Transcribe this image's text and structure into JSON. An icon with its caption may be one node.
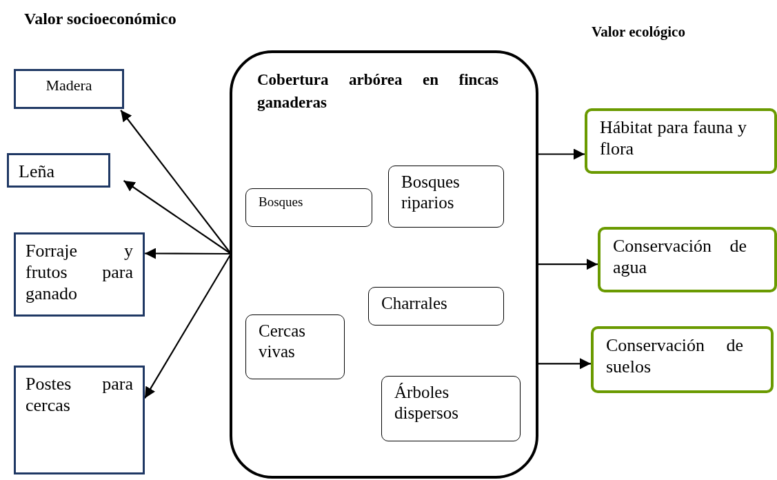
{
  "diagram": {
    "nodes": [
      {
        "text": [
          "Cobertura arbórea en fincas ganaderas"
        ]
      },
      {
        "text": [
          "Bosques"
        ],
        "in": 0
      },
      {
        "text": [
          "Bosques riparios"
        ],
        "in": 0
      },
      {
        "text": [
          "Charrales"
        ],
        "in": 0
      },
      {
        "text": [
          "Cercas vivas"
        ],
        "in": 0
      },
      {
        "text": [
          "Árboles dispersos"
        ],
        "in": 0
      },
      {
        "text": [
          "Madera"
        ]
      },
      {
        "text": [
          "Leña"
        ]
      },
      {
        "text": [
          "Forraje y frutos para ganado"
        ]
      },
      {
        "text": [
          "Postes para cercas"
        ]
      },
      {
        "text": [
          "Hábitat para fauna y flora"
        ]
      },
      {
        "text": [
          "Conservación de agua"
        ]
      },
      {
        "text": [
          "Conservación de suelos"
        ]
      }
    ],
    "edges": [
      {
        "from": 0,
        "to": 6,
        "arrow": "to"
      },
      {
        "from": 0,
        "to": 7,
        "arrow": "to"
      },
      {
        "from": 0,
        "to": 8,
        "arrow": "to"
      },
      {
        "from": 0,
        "to": 9,
        "arrow": "to"
      },
      {
        "from": 0,
        "to": 10,
        "arrow": "to"
      },
      {
        "from": 0,
        "to": 11,
        "arrow": "to"
      },
      {
        "from": 0,
        "to": 12,
        "arrow": "to"
      }
    ],
    "labels": [
      "Valor socioeconómico",
      "Valor ecológico"
    ]
  }
}
